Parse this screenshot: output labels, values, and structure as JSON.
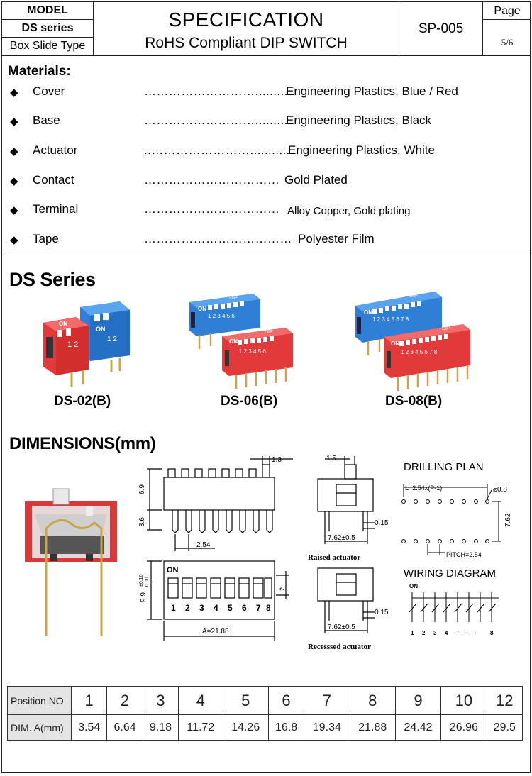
{
  "header": {
    "model_label": "MODEL",
    "series": "DS series",
    "type": "Box Slide Type",
    "title": "SPECIFICATION",
    "subtitle": "RoHS Compliant DIP SWITCH",
    "doc_no": "SP-005",
    "page_label": "Page",
    "page_value": "5/6"
  },
  "materials": {
    "title": "Materials:",
    "items": [
      {
        "name": "Cover",
        "dots": "………………………...........",
        "value": "Engineering Plastics, Blue / Red"
      },
      {
        "name": "Base",
        "dots": "………………………..........",
        "value": "Engineering Plastics, Black"
      },
      {
        "name": "Actuator",
        "dots": "..……………………............",
        "value": "Engineering Plastics, White"
      },
      {
        "name": "Contact",
        "dots": "……………………………",
        "value": "Gold Plated"
      },
      {
        "name": "Terminal",
        "dots": "……………………………",
        "value": "Alloy Copper, Gold plating"
      },
      {
        "name": "Tape",
        "dots": "………………………………",
        "value": "Polyester Film"
      }
    ]
  },
  "ds_series": {
    "title": "DS Series",
    "products": [
      {
        "label": "DS-02(B)"
      },
      {
        "label": "DS-06(B)"
      },
      {
        "label": "DS-08(B)"
      }
    ]
  },
  "dimensions": {
    "title": "DIMENSIONS(mm)",
    "labels": {
      "dim_1_3": "1.3",
      "dim_6_9": "6.9",
      "dim_3_6": "3.6",
      "dim_2_54": "2.54",
      "on": "ON",
      "dim_9_9": "9.9",
      "tol": "±0.10",
      "tol2": "0.00",
      "dim_2": "2",
      "numbers": [
        "1",
        "2",
        "3",
        "4",
        "5",
        "6",
        "7",
        "8"
      ],
      "a_dim": "A=21.88",
      "dim_1_5": "1.5",
      "dim_0_15": "0.15",
      "dim_7_62": "7.62±0.5",
      "raised": "Raised actuator",
      "recessed": "Recesssed actuator",
      "drilling": "DRILLING PLAN",
      "l_formula": "L=2.54x(P-1)",
      "phi": "⌀0.8",
      "dim_7_62b": "7.62",
      "pitch": "PITCH=2.54",
      "wiring": "WIRING DIAGRAM",
      "wiring_on": "ON",
      "wiring_nums": [
        "1",
        "2",
        "3",
        "4",
        "·········",
        "8"
      ]
    }
  },
  "table": {
    "row1_header": "Position NO",
    "row2_header": "DIM. A(mm)",
    "positions": [
      "1",
      "2",
      "3",
      "4",
      "5",
      "6",
      "7",
      "8",
      "9",
      "10",
      "12"
    ],
    "dims": [
      "3.54",
      "6.64",
      "9.18",
      "11.72",
      "14.26",
      "16.8",
      "19.34",
      "21.88",
      "24.42",
      "26.96",
      "29.5"
    ]
  },
  "colors": {
    "red_switch": "#e23a3a",
    "blue_switch": "#2f7fd6",
    "gold_pin": "#c9a54a"
  }
}
